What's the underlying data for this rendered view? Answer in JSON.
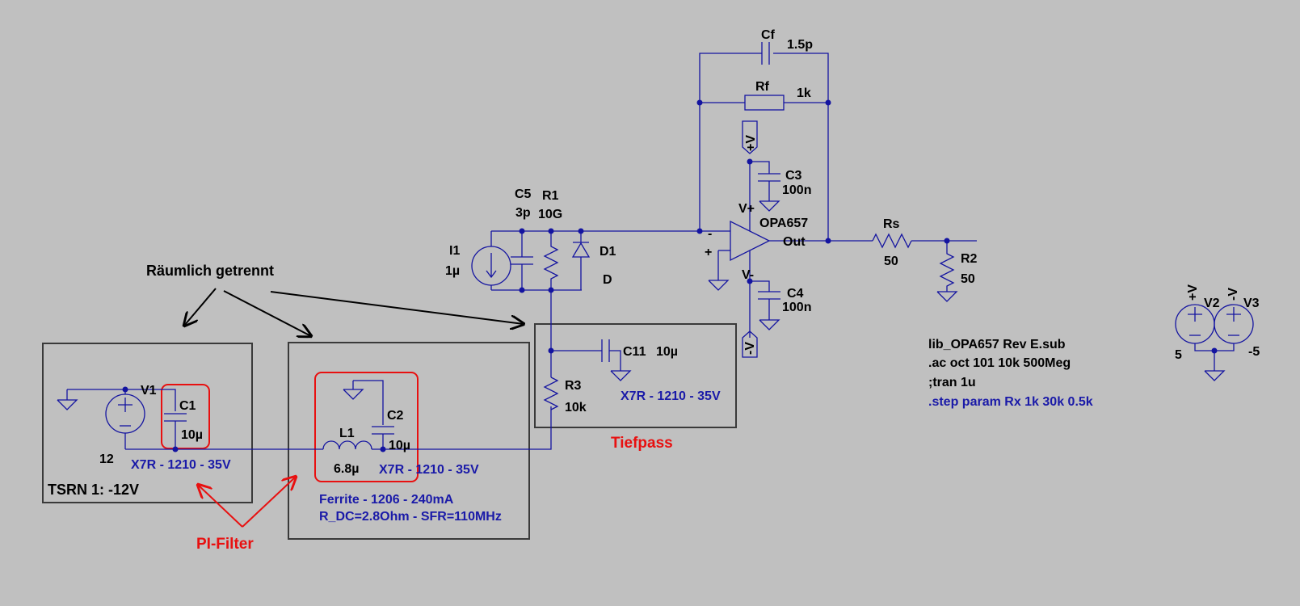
{
  "annotations": {
    "spatially_separated": "Räumlich getrennt",
    "pi_filter": "PI-Filter",
    "lowpass": "Tiefpass",
    "tsrn": "TSRN 1: -12V",
    "c1_type": "X7R - 1210 - 35V",
    "c2_type": "X7R - 1210 - 35V",
    "c11_type": "X7R - 1210 - 35V",
    "ferrite_line1": "Ferrite - 1206 - 240mA",
    "ferrite_line2": "R_DC=2.8Ohm - SFR=110MHz"
  },
  "components": {
    "V1": {
      "name": "V1",
      "value": "12"
    },
    "C1": {
      "name": "C1",
      "value": "10µ"
    },
    "L1": {
      "name": "L1",
      "value": "6.8µ"
    },
    "C2": {
      "name": "C2",
      "value": "10µ"
    },
    "I1": {
      "name": "I1",
      "value": "1µ"
    },
    "C5": {
      "name": "C5",
      "value": "3p"
    },
    "R1": {
      "name": "R1",
      "value": "10G"
    },
    "D1": {
      "name": "D1",
      "value": "D"
    },
    "R3": {
      "name": "R3",
      "value": "10k"
    },
    "C11": {
      "name": "C11",
      "value": "10µ"
    },
    "Cf": {
      "name": "Cf",
      "value": "1.5p"
    },
    "Rf": {
      "name": "Rf",
      "value": "1k"
    },
    "C3": {
      "name": "C3",
      "value": "100n"
    },
    "C4": {
      "name": "C4",
      "value": "100n"
    },
    "U1": {
      "name": "OPA657",
      "vplus": "V+",
      "vminus": "V-",
      "out": "Out",
      "inv": "-",
      "noninv": "+"
    },
    "Rs": {
      "name": "Rs",
      "value": "50"
    },
    "R2": {
      "name": "R2",
      "value": "50"
    },
    "V2": {
      "name": "V2",
      "value": "5"
    },
    "V3": {
      "name": "V3",
      "value": "-5"
    }
  },
  "nets": {
    "vplus": "+V",
    "vminus": "-V",
    "v2_flag": "+V",
    "v3_flag": "-V"
  },
  "directives": {
    "lib": "lib_OPA657 Rev E.sub",
    "ac": ".ac oct 101 10k 500Meg",
    "tran": " ;tran 1u",
    "step": ".step param Rx 1k 30k 0.5k"
  },
  "colors": {
    "background": "#c0c0c0",
    "wire": "#1414a0",
    "annotation_red": "#e81010",
    "annotation_blue": "#1a1aa8"
  }
}
